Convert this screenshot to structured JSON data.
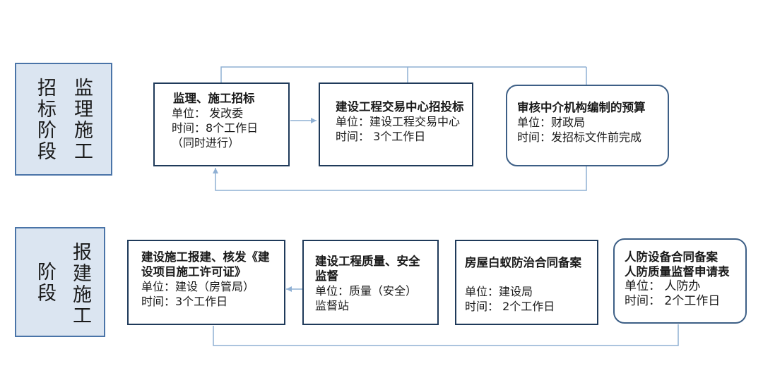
{
  "stage1": {
    "col_outer": "招标阶段",
    "col_inner": "监理施工",
    "nodes": [
      {
        "title": "监理、施工招标",
        "unit": "单位： 发改委",
        "time": "时间：8个工作日",
        "note": "（同时进行）"
      },
      {
        "title": "建设工程交易中心招投标",
        "unit": "单位：建设工程交易中心",
        "time": "时间： 3个工作日"
      },
      {
        "title": "审核中介机构编制的预算",
        "unit": "单位：财政局",
        "time": "时间：发招标文件前完成"
      }
    ]
  },
  "stage2": {
    "col_outer": "阶段",
    "col_inner": "报建施工",
    "nodes": [
      {
        "title_1": "建设施工报建、核发《建",
        "title_2": "设项目施工许可证》",
        "unit": "单位：建设（房管局）",
        "time": "时间：3个工作日"
      },
      {
        "title_1": "建设工程质量、安全",
        "title_2": "监督",
        "unit": "单位：质量（安全）",
        "unit_2": "监督站"
      },
      {
        "title": "房屋白蚁防治合同备案",
        "unit": "单位：建设局",
        "time": "时间： 2个工作日"
      },
      {
        "title_1": "人防设备合同备案",
        "title_2": "人防质量监督申请表",
        "unit": "单位： 人防办",
        "time": "时间： 2个工作日"
      }
    ]
  },
  "colors": {
    "stage_fill": "#dbe5f1",
    "stage_border": "#4a74a8",
    "connector": "#8fb0d4"
  }
}
